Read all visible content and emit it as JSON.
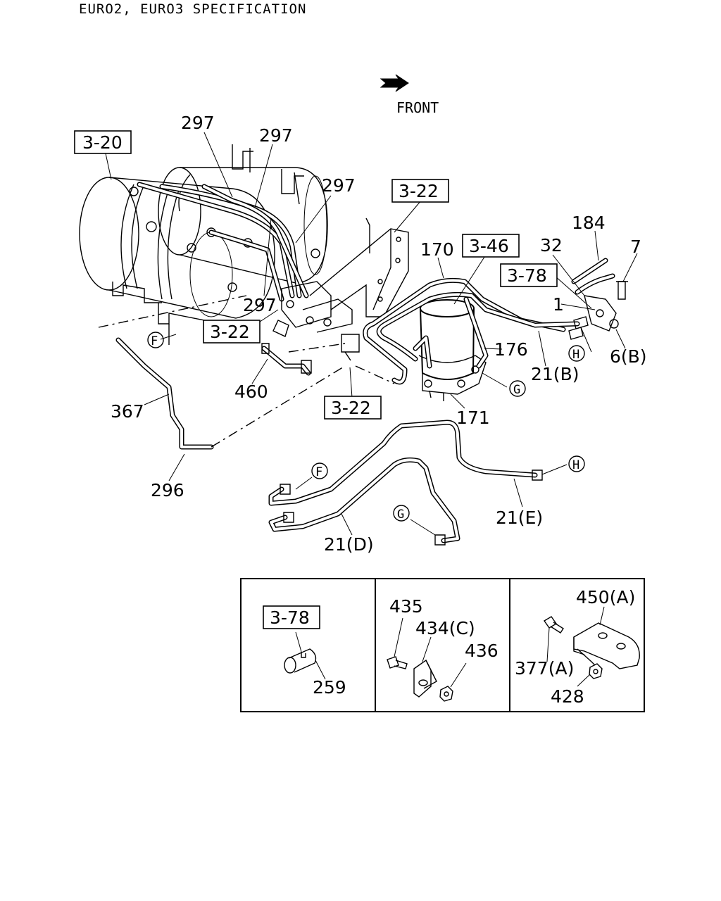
{
  "header": {
    "title": "EURO2, EURO3 SPECIFICATION"
  },
  "front_indicator": {
    "label": "FRONT"
  },
  "ref_boxes": {
    "r1": "3-20",
    "r2": "3-22",
    "r3": "3-46",
    "r4": "3-78",
    "r5": "3-22",
    "r6": "3-22",
    "r7": "3-78"
  },
  "part_labels": {
    "p297a": "297",
    "p297b": "297",
    "p297c": "297",
    "p297d": "297",
    "p170": "170",
    "p184": "184",
    "p32": "32",
    "p7": "7",
    "p1": "1",
    "p176": "176",
    "p6b": "6(B)",
    "p21b": "21(B)",
    "p171": "171",
    "p460": "460",
    "p367": "367",
    "p296": "296",
    "p21e": "21(E)",
    "p21d": "21(D)",
    "p435": "435",
    "p434c": "434(C)",
    "p436": "436",
    "p259": "259",
    "p450a": "450(A)",
    "p377a": "377(A)",
    "p428": "428"
  },
  "connection_markers": {
    "f1": "F",
    "h1": "H",
    "g1": "G",
    "h2": "H",
    "f2": "F",
    "g2": "G"
  }
}
